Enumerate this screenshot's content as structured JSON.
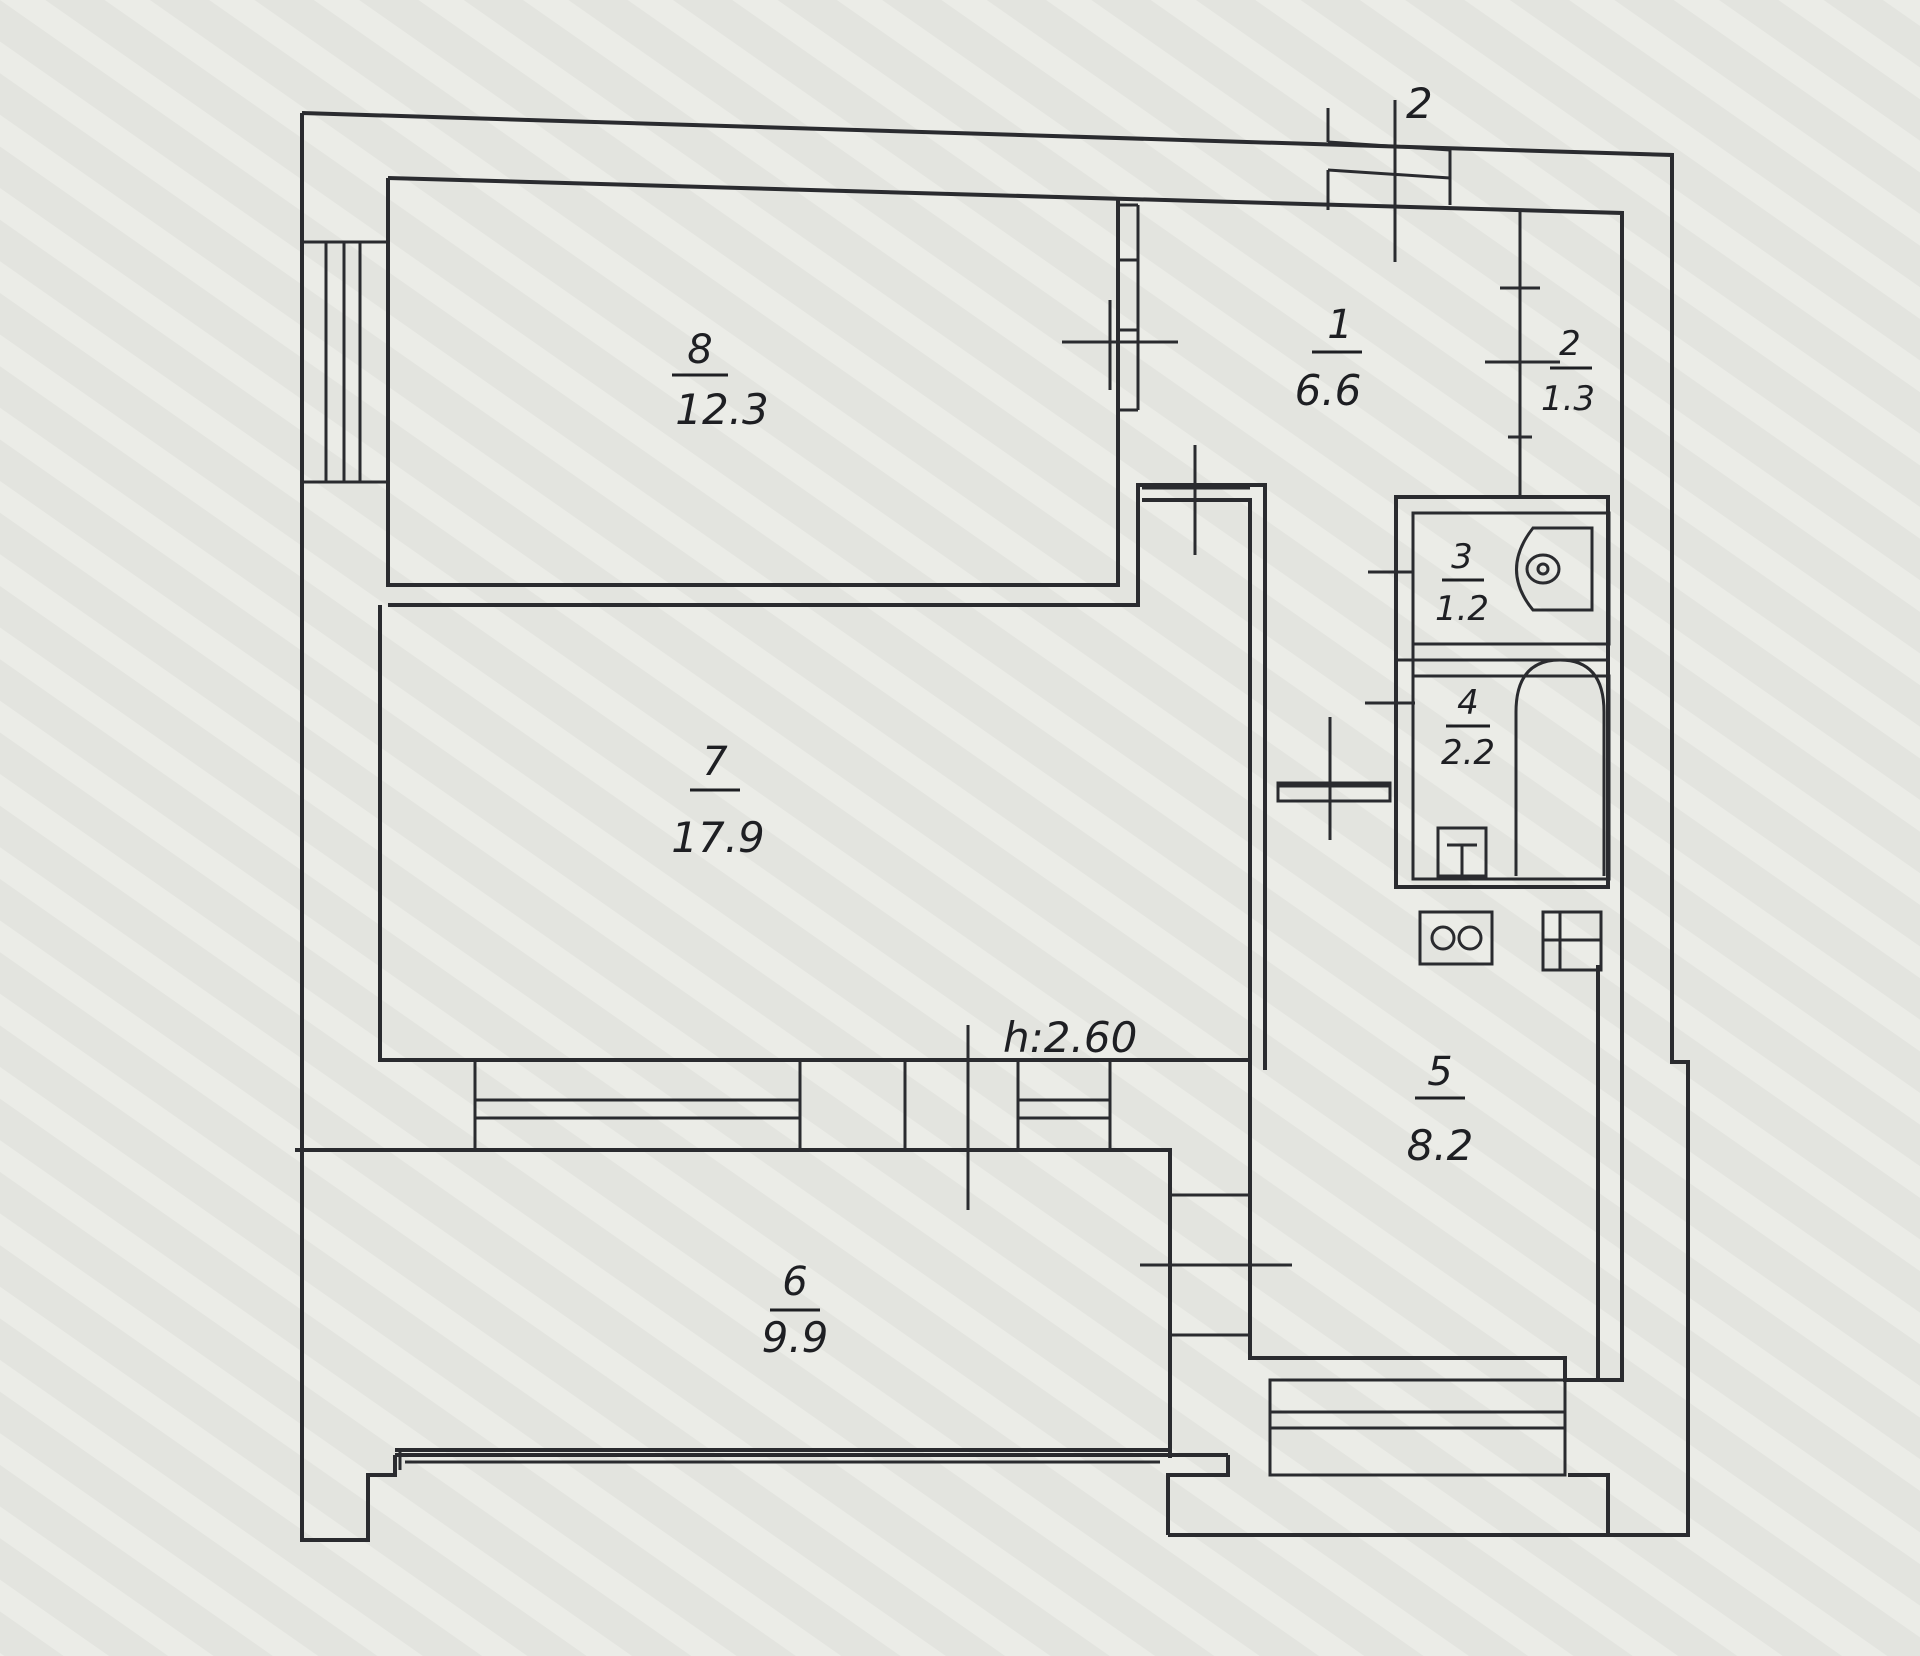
{
  "plan": {
    "section_mark": "2",
    "ceiling_height": "h:2.60",
    "rooms": [
      {
        "id": "room-1",
        "number": "1",
        "area": "6.6"
      },
      {
        "id": "room-2",
        "number": "2",
        "area": "1.3"
      },
      {
        "id": "room-3",
        "number": "3",
        "area": "1.2"
      },
      {
        "id": "room-4",
        "number": "4",
        "area": "2.2"
      },
      {
        "id": "room-5",
        "number": "5",
        "area": "8.2"
      },
      {
        "id": "room-6",
        "number": "6",
        "area": "9.9"
      },
      {
        "id": "room-7",
        "number": "7",
        "area": "17.9"
      },
      {
        "id": "room-8",
        "number": "8",
        "area": "12.3"
      }
    ]
  },
  "colors": {
    "paper": "#e3e4df",
    "ink": "#2a2b2f"
  }
}
